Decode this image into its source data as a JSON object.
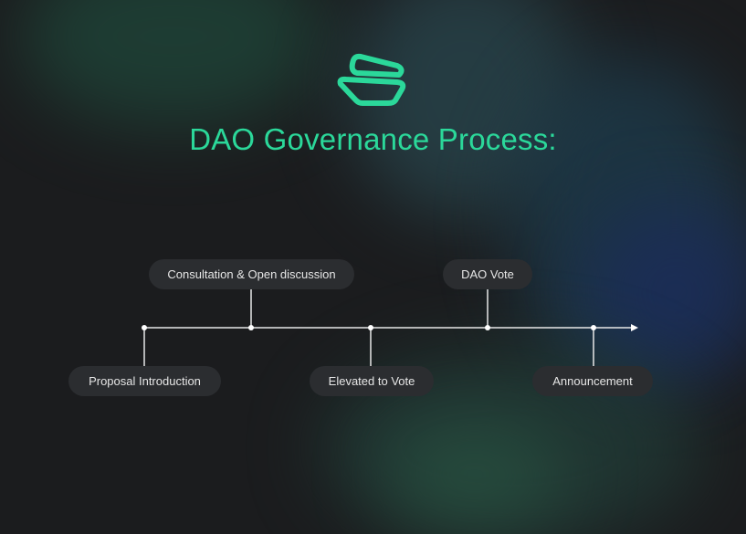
{
  "title": "DAO Governance Process:",
  "logo_icon": "stacked-stones-logo",
  "accent": "#2bd89a",
  "steps_above": [
    "Consultation & Open discussion",
    "DAO Vote"
  ],
  "steps_below": [
    "Proposal Introduction",
    "Elevated to Vote",
    "Announcement"
  ]
}
